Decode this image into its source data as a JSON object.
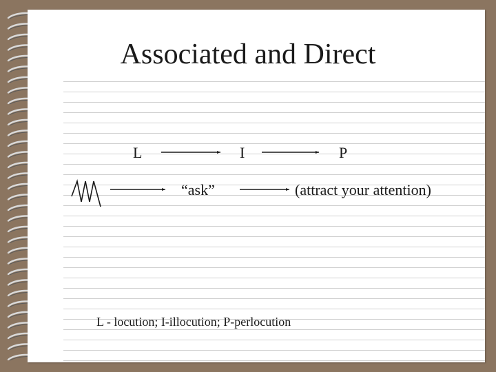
{
  "slide": {
    "title": "Associated and Direct"
  },
  "diagram": {
    "row1": {
      "l": "L",
      "i": "I",
      "p": "P"
    },
    "row2": {
      "ask": "“ask”",
      "attract": "(attract your attention)"
    },
    "footnote": "L - locution; I-illocution; P-perlocution"
  }
}
